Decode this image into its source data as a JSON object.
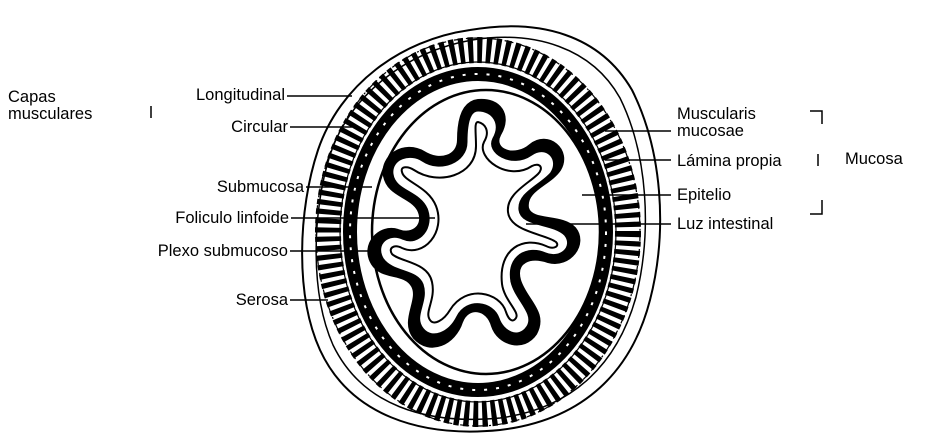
{
  "diagram": {
    "labels": {
      "group_left_line1": "Capas",
      "group_left_line2": "musculares",
      "longitudinal": "Longitudinal",
      "circular": "Circular",
      "submucosa": "Submucosa",
      "foliculo": "Foliculo linfoide",
      "plexo": "Plexo submucoso",
      "serosa": "Serosa",
      "muscularis_line1": "Muscularis",
      "muscularis_line2": "mucosae",
      "lamina": "Lámina propia",
      "epitelio": "Epitelio",
      "luz": "Luz intestinal",
      "group_right": "Mucosa"
    },
    "colors": {
      "ink": "#000000",
      "background": "#ffffff"
    }
  }
}
